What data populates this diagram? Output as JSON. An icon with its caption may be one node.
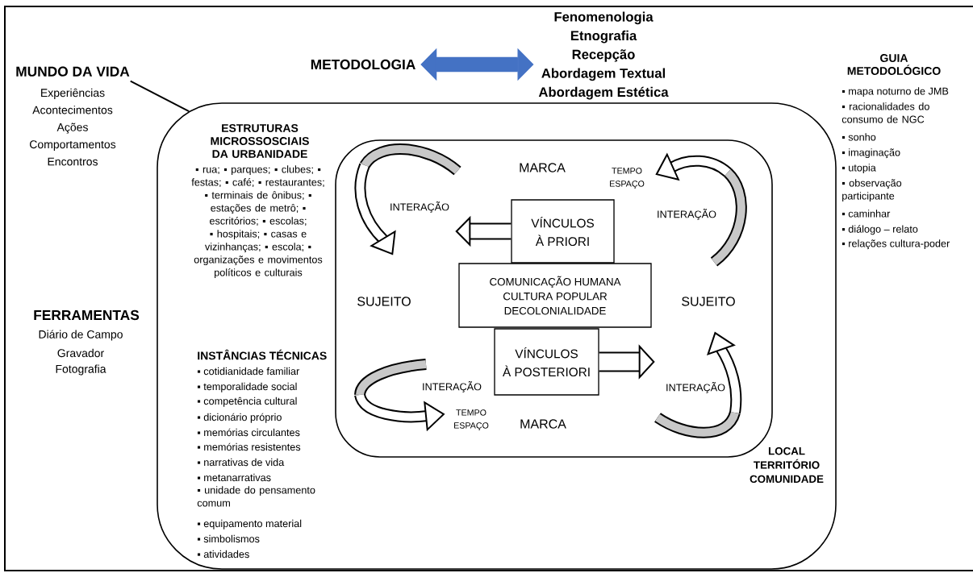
{
  "diagram": {
    "nodes": [
      {
        "text": [
          "MUNDO DA VIDA",
          "Experiências",
          "Acontecimentos",
          "Ações",
          "Comportamentos",
          "Encontros"
        ]
      },
      {
        "text": [
          "METODOLOGIA"
        ]
      },
      {
        "text": [
          "Fenomenologia",
          "Etnografia",
          "Recepção",
          "Abordagem Textual",
          "Abordagem Estética"
        ]
      },
      {
        "text": [
          "LOCAL TERRITÓRIO COMUNIDADE"
        ]
      },
      {
        "text": [],
        "shape": "box",
        "in": 3
      },
      {
        "text": [
          "VÍNCULOS À PRIORI"
        ],
        "in": 4
      },
      {
        "text": [
          "COMUNICAÇÃO HUMANA",
          "CULTURA POPULAR",
          "DECOLONIALIDADE"
        ],
        "in": 4
      },
      {
        "text": [
          "VÍNCULOS À POSTERIORI"
        ],
        "in": 4
      }
    ],
    "edges": [
      {
        "from": 0,
        "to": 3,
        "arrow": "none"
      },
      {
        "from": 1,
        "to": 2,
        "arrow": "both",
        "color": "#4472c4"
      },
      {
        "from": 5,
        "to": null,
        "arrow": "to"
      },
      {
        "from": 7,
        "to": null,
        "arrow": "to"
      }
    ],
    "labels": [
      "GUIA METODOLÓGICO",
      "▪ mapa noturno de JMB",
      "▪ racionalidades do consumo de NGC",
      "▪ sonho",
      "▪ imaginação",
      "▪ utopia",
      "▪ observação participante",
      "▪ caminhar",
      "▪ diálogo – relato",
      "▪ relações cultura-poder",
      "ESTRUTURAS MICROSSOSCIAIS DA URBANIDADE",
      "▪ rua; ▪ parques; ▪ clubes; ▪ festas; ▪ café; ▪ restaurantes; ▪ terminais de ônibus; ▪ estações de metrô; ▪ escritórios; ▪ escolas; ▪ hospitais; ▪ casas e vizinhanças; ▪ escola; ▪ organizações e movimentos políticos e culturais",
      "MARCA",
      "TEMPO ESPAÇO",
      "INTERAÇÃO",
      "INTERAÇÃO",
      "SUJEITO",
      "SUJEITO",
      "FERRAMENTAS",
      "Diário de Campo",
      "Gravador",
      "Fotografia",
      "INSTÂNCIAS TÉCNICAS",
      "▪ cotidianidade familiar",
      "▪ temporalidade social",
      "▪ competência cultural",
      "▪ dicionário próprio",
      "▪ memórias circulantes",
      "▪ memórias resistentes",
      "▪ narrativas de vida",
      "▪ metanarrativas",
      "▪ unidade do pensamento comum",
      "▪ equipamento material",
      "▪ simbolismos",
      "▪ atividades",
      "INTERAÇÃO",
      "TEMPO ESPAÇO",
      "MARCA",
      "INTERAÇÃO"
    ]
  }
}
